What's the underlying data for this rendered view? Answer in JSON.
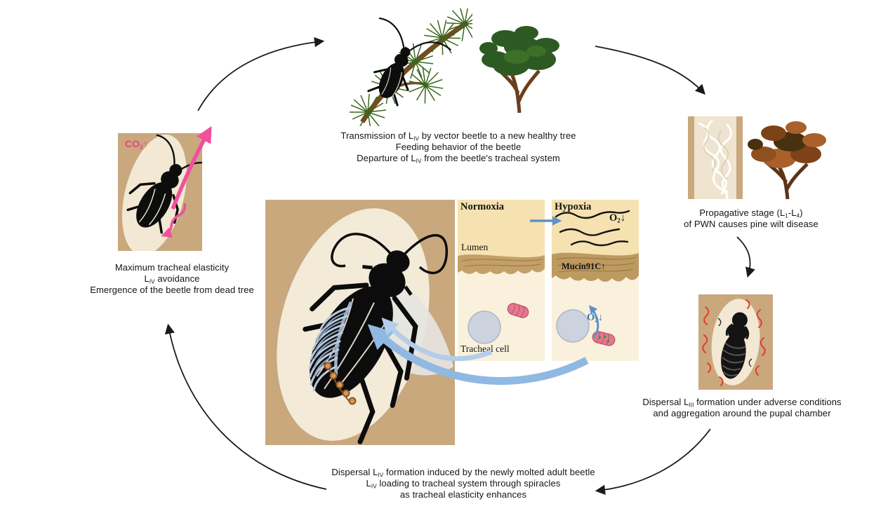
{
  "figure": {
    "subject": "Pine wood nematode (PWN) and vector beetle life cycle diagram"
  },
  "stages": {
    "transmission": {
      "lines": [
        "Transmission of L{IV} by vector beetle to a new healthy tree",
        "Feeding behavior of the beetle",
        "Departure of L{IV} from the beetle's tracheal system"
      ]
    },
    "propagative": {
      "lines": [
        "Propagative stage (L{1}-L{4})",
        "of PWN causes pine wilt disease"
      ]
    },
    "dispersal_liii": {
      "lines": [
        "Dispersal L{III} formation under adverse conditions",
        "and aggregation around the pupal chamber"
      ]
    },
    "dispersal_liv": {
      "lines": [
        "Dispersal L{IV} formation induced by the newly molted adult beetle",
        "L{IV} loading to tracheal system through spiracles",
        "as tracheal elasticity enhances"
      ]
    },
    "emergence": {
      "lines": [
        "Maximum tracheal elasticity",
        "L{IV} avoidance",
        "Emergence of the beetle from dead tree"
      ]
    }
  },
  "inset": {
    "normoxia": "Normoxia",
    "hypoxia": "Hypoxia",
    "lumen": "Lumen",
    "tracheal_cell": "Tracheal cell",
    "mucin": "Mucin91C↑",
    "o2_down_top": "O{2}↓",
    "o2_down_cell": "O{2}↓"
  },
  "labels": {
    "co2_up": "CO{2}↑"
  },
  "colors": {
    "wood": "#c9a87e",
    "cream": "#f2e8d3",
    "beetle_black": "#0d0d0d",
    "healthy_green": "#2d5a22",
    "diseased_brown": "#a9602a",
    "pink_accent": "#f0509c",
    "red_nematode": "#e23b2e",
    "blue_arrow": "#8fb9e2",
    "mucin_band": "#c2a068",
    "cell_gray": "#ccd3df",
    "mitochondrion_pink": "#e2798f"
  }
}
